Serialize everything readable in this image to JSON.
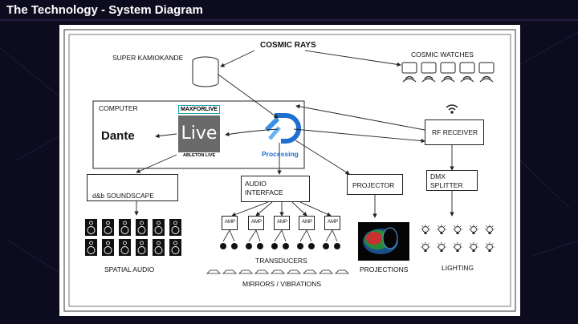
{
  "slide": {
    "title": "The Technology - System Diagram"
  },
  "diagram": {
    "cosmic_rays": "COSMIC RAYS",
    "super_kamiokande": "SUPER KAMIOKANDE",
    "cosmic_watches": "COSMIC WATCHES",
    "computer": "COMPUTER",
    "max_for_live": "MAXFORLIVE",
    "live": "Live",
    "ableton_live": "ABLETON LIVE",
    "dante": "Dante",
    "processing": "Processing",
    "rf_receiver": "RF RECEIVER",
    "audio_interface": "AUDIO\nINTERFACE",
    "projector": "PROJECTOR",
    "dmx_splitter": "DMX\nSPLITTER",
    "soundscape": "d&b SOUNDSCAPE",
    "amp": "AMP",
    "spatial_audio": "SPATIAL AUDIO",
    "transducers": "TRANSDUCERS",
    "mirrors": "MIRRORS / VIBRATIONS",
    "projections": "PROJECTIONS",
    "lighting": "LIGHTING"
  },
  "colors": {
    "background": "#0d0b1e",
    "processing_blue": "#1f6fd1",
    "live_teal": "#1aa6b7"
  }
}
